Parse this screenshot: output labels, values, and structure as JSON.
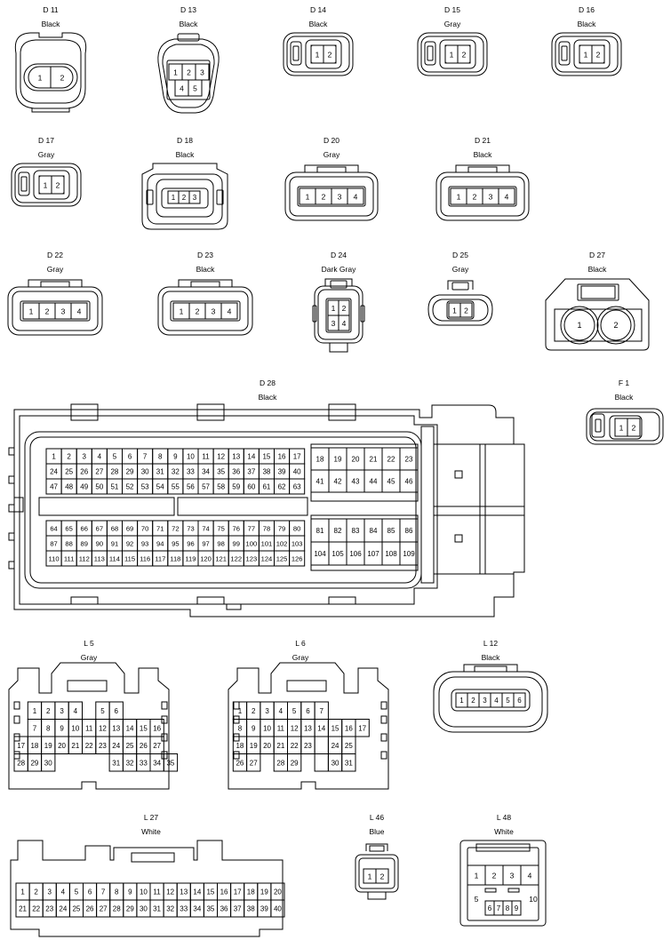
{
  "connectors": [
    {
      "code": "D 11",
      "color": "Black",
      "pins": [
        "1",
        "2"
      ]
    },
    {
      "code": "D 13",
      "color": "Black",
      "pins": [
        "1",
        "2",
        "3",
        "4",
        "5"
      ]
    },
    {
      "code": "D 14",
      "color": "Black",
      "pins": [
        "1",
        "2"
      ]
    },
    {
      "code": "D 15",
      "color": "Gray",
      "pins": [
        "1",
        "2"
      ]
    },
    {
      "code": "D 16",
      "color": "Black",
      "pins": [
        "1",
        "2"
      ]
    },
    {
      "code": "D 17",
      "color": "Gray",
      "pins": [
        "1",
        "2"
      ]
    },
    {
      "code": "D 18",
      "color": "Black",
      "pins": [
        "1",
        "2",
        "3"
      ]
    },
    {
      "code": "D 20",
      "color": "Gray",
      "pins": [
        "1",
        "2",
        "3",
        "4"
      ]
    },
    {
      "code": "D 21",
      "color": "Black",
      "pins": [
        "1",
        "2",
        "3",
        "4"
      ]
    },
    {
      "code": "D 22",
      "color": "Gray",
      "pins": [
        "1",
        "2",
        "3",
        "4"
      ]
    },
    {
      "code": "D 23",
      "color": "Black",
      "pins": [
        "1",
        "2",
        "3",
        "4"
      ]
    },
    {
      "code": "D 24",
      "color": "Dark Gray",
      "pins": [
        "1",
        "2",
        "3",
        "4"
      ]
    },
    {
      "code": "D 25",
      "color": "Gray",
      "pins": [
        "1",
        "2"
      ]
    },
    {
      "code": "D 27",
      "color": "Black",
      "pins": [
        "1",
        "2"
      ]
    },
    {
      "code": "D 28",
      "color": "Black",
      "pin_count": 126
    },
    {
      "code": "F 1",
      "color": "Black",
      "pins": [
        "1",
        "2"
      ]
    },
    {
      "code": "L 5",
      "color": "Gray",
      "pin_count": 35
    },
    {
      "code": "L 6",
      "color": "Gray",
      "pin_count": 31
    },
    {
      "code": "L 12",
      "color": "Black",
      "pins": [
        "1",
        "2",
        "3",
        "4",
        "5",
        "6"
      ]
    },
    {
      "code": "L 27",
      "color": "White",
      "pin_count": 40
    },
    {
      "code": "L 46",
      "color": "Blue",
      "pins": [
        "1",
        "2"
      ]
    },
    {
      "code": "L 48",
      "color": "White",
      "pin_count": 10
    }
  ]
}
